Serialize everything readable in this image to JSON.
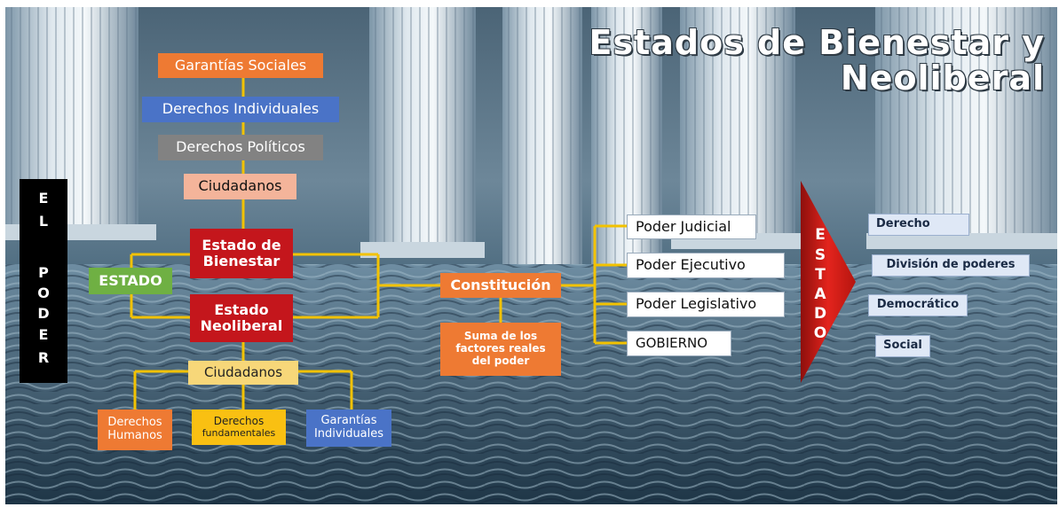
{
  "title": {
    "line1": "Estados de Bienestar y",
    "line2": "Neoliberal"
  },
  "left_bar": {
    "letters": [
      "E",
      "L",
      "P",
      "O",
      "D",
      "E",
      "R"
    ]
  },
  "boxes": {
    "garantias_sociales": "Garantías Sociales",
    "derechos_individuales": "Derechos Individuales",
    "derechos_politicos": "Derechos Políticos",
    "ciudadanos_top": "Ciudadanos",
    "estado_bienestar_1": "Estado de",
    "estado_bienestar_2": "Bienestar",
    "estado_neoliberal_1": "Estado",
    "estado_neoliberal_2": "Neoliberal",
    "estado": "ESTADO",
    "ciudadanos_bottom": "Ciudadanos",
    "derechos_humanos_1": "Derechos",
    "derechos_humanos_2": "Humanos",
    "derechos_fundamentales_1": "Derechos",
    "derechos_fundamentales_2": "fundamentales",
    "garantias_individuales_1": "Garantías",
    "garantias_individuales_2": "Individuales",
    "constitucion": "Constitución",
    "suma_1": "Suma de los",
    "suma_2": "factores reales",
    "suma_3": "del poder",
    "poder_judicial": "Poder Judicial",
    "poder_ejecutivo": "Poder Ejecutivo",
    "poder_legislativo": "Poder Legislativo",
    "gobierno": "GOBIERNO",
    "derecho": "Derecho",
    "division_poderes": "División de poderes",
    "democratico": "Democrático",
    "social": "Social"
  },
  "arrow": {
    "letters": [
      "E",
      "S",
      "T",
      "A",
      "D",
      "O"
    ]
  },
  "colors": {
    "connector": "#f2c200",
    "orange": "#ee7a33",
    "blue": "#4a73c7",
    "red": "#c4161c",
    "green": "#6fb043",
    "arrow_red": "#d91e18"
  }
}
